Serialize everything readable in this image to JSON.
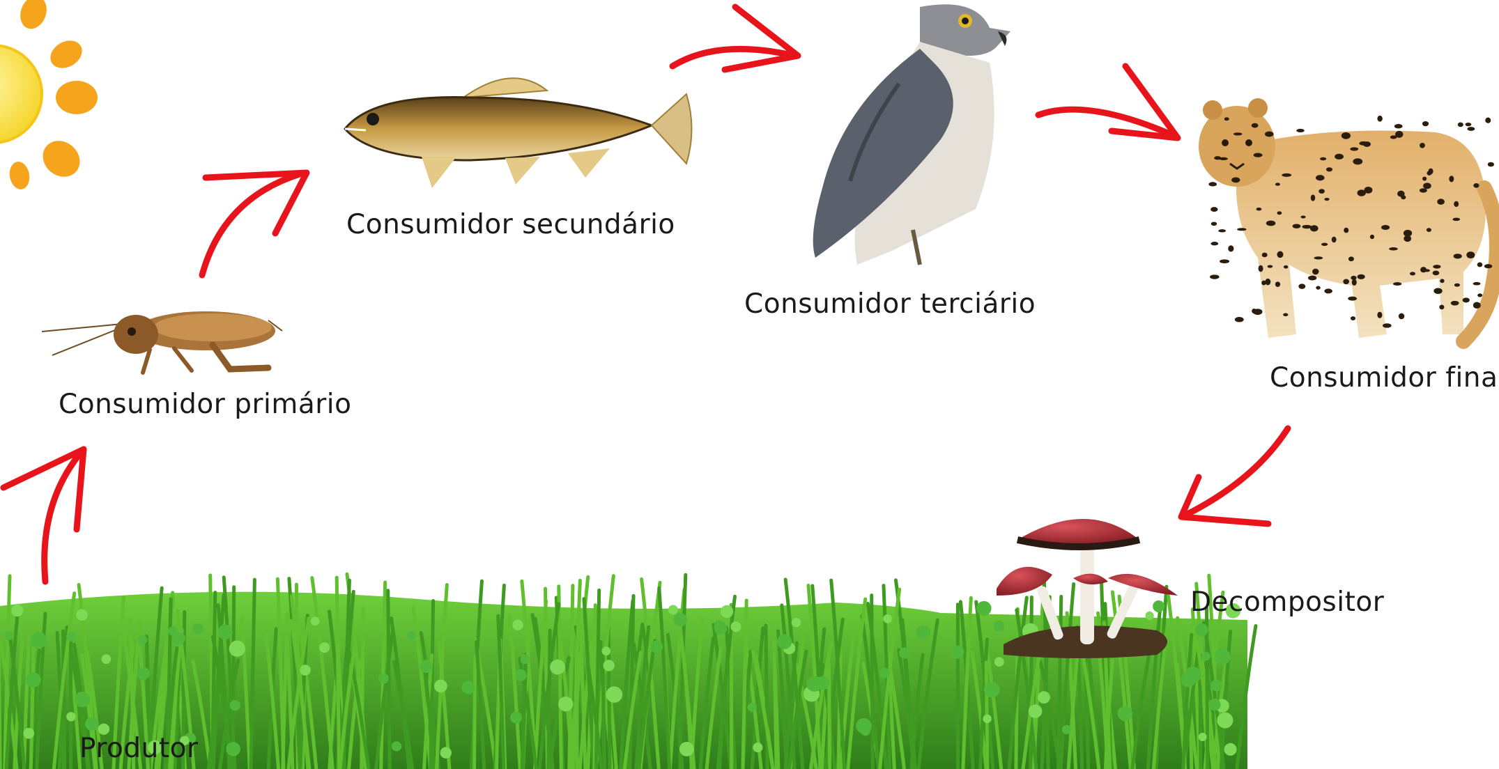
{
  "diagram": {
    "type": "food-chain",
    "nodes": [
      {
        "id": "sun",
        "icon": "sun-icon",
        "label": ""
      },
      {
        "id": "producer",
        "icon": "grass-icon",
        "label": "Produtor"
      },
      {
        "id": "primary",
        "icon": "cricket-icon",
        "label": "Consumidor primário"
      },
      {
        "id": "secondary",
        "icon": "fish-icon",
        "label": "Consumidor secundário"
      },
      {
        "id": "tertiary",
        "icon": "hawk-icon",
        "label": "Consumidor terciário"
      },
      {
        "id": "final",
        "icon": "leopard-icon",
        "label": "Consumidor final"
      },
      {
        "id": "decomposer",
        "icon": "mushroom-icon",
        "label": "Decompositor"
      }
    ],
    "edges": [
      {
        "from": "producer",
        "to": "primary"
      },
      {
        "from": "primary",
        "to": "secondary"
      },
      {
        "from": "secondary",
        "to": "tertiary"
      },
      {
        "from": "tertiary",
        "to": "final"
      },
      {
        "from": "final",
        "to": "decomposer"
      }
    ],
    "colors": {
      "arrow": "#e8141b",
      "sun_core": "#f7e13a",
      "sun_ray": "#f5a41c",
      "grass": "#4caf2a",
      "grass_dark": "#2f7d1a",
      "mushroom_cap": "#b5303a",
      "leopard": "#d9a55c",
      "fish": "#8a6a2a",
      "hawk": "#7d7f86",
      "cricket": "#a9743a"
    }
  }
}
